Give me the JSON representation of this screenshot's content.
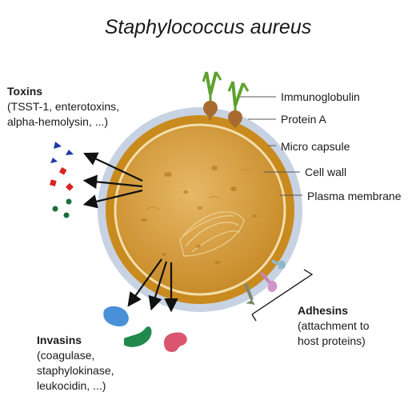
{
  "title": "Staphylococcus aureus",
  "labels": {
    "immunoglobulin": "Immunoglobulin",
    "protein_a": "Protein A",
    "micro_capsule": "Micro capsule",
    "cell_wall": "Cell wall",
    "plasma_membrane": "Plasma membrane"
  },
  "toxins": {
    "heading": "Toxins",
    "line1": "(TSST-1, enterotoxins,",
    "line2": "alpha-hemolysin, ...)"
  },
  "adhesins": {
    "heading": "Adhesins",
    "line1": "(attachment to",
    "line2": "host proteins)"
  },
  "invasins": {
    "heading": "Invasins",
    "line1": "(coagulase,",
    "line2": "staphylokinase,",
    "line3": "leukocidin, ...)"
  },
  "colors": {
    "capsule": "#c7d2e2",
    "cell_wall": "#c98a1e",
    "cytoplasm": "#d9a54a",
    "membrane": "#f3dfae",
    "toxin_triangle": "#1f3aa8",
    "toxin_diamond": "#d92222",
    "toxin_dot": "#1c6e3c",
    "invasin_blue": "#4a90d9",
    "invasin_green": "#1f8a4c",
    "invasin_pink": "#d9566e"
  }
}
